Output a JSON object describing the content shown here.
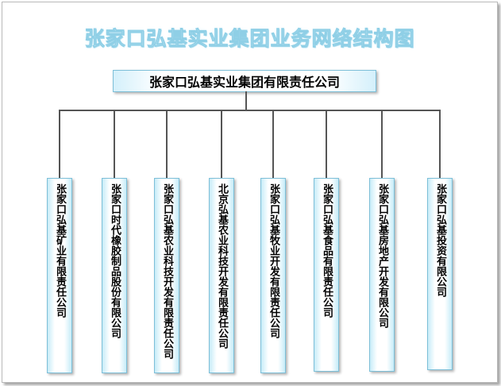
{
  "diagram": {
    "title": "张家口弘基实业集团业务网络结构图",
    "root": "张家口弘基实业集团有限责任公司",
    "children": [
      "张家口弘基矿业有限责任公司",
      "张家口时代橡胶制品股份有限公司",
      "张家口弘基农业科技开发有限责任公司",
      "北京弘基农业科技开发有限责任公司",
      "张家口弘基牧业开发有限责任公司",
      "张家口弘基食品有限责任公司",
      "张家口弘基房地产开发有限公司",
      "张家口弘基投资有限公司"
    ]
  }
}
